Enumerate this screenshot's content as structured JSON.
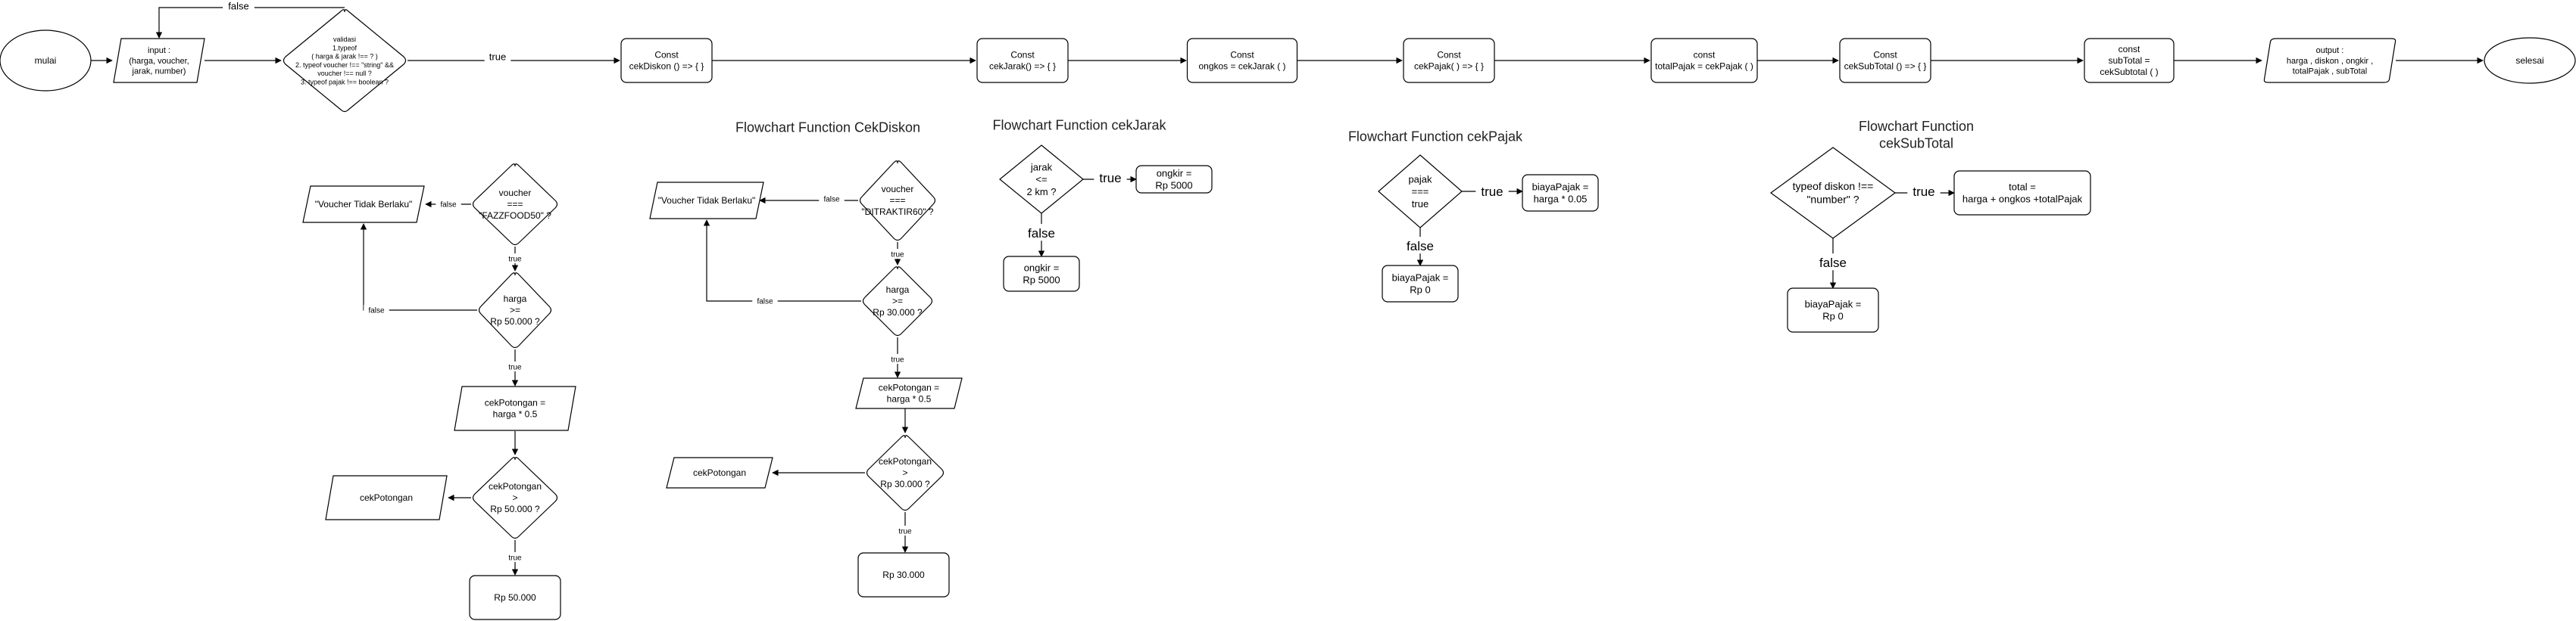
{
  "main_flow": {
    "start": "mulai",
    "input": [
      "input :",
      "(harga, voucher,",
      "jarak, number)"
    ],
    "validation": [
      "validasi",
      "1.typeof",
      "( harga & jarak !== ? )",
      "2. typeof voucher !== \"string\" &&",
      "voucher !== null  ?",
      "3. typeof pajak !== boolean ?"
    ],
    "loop_false_label": "false",
    "true_label": "true",
    "step_diskon": [
      "Const",
      "cekDiskon () => { }"
    ],
    "step_jarak": [
      "Const",
      "cekJarak() => { }"
    ],
    "step_ongkos": [
      "Const",
      "ongkos =  cekJarak ( )"
    ],
    "step_pajak": [
      "Const",
      "cekPajak( ) => { }"
    ],
    "step_total_pajak": [
      "const",
      "totalPajak = cekPajak ( )"
    ],
    "step_subtotal_fn": [
      "Const",
      "cekSubTotal () => { }"
    ],
    "step_subtotal": [
      "const",
      "subTotal =",
      "cekSubtotal ( )"
    ],
    "output": [
      "output :",
      "harga , diskon , ongkir ,",
      "totalPajak , subTotal"
    ],
    "end": "selesai"
  },
  "cek_diskon_1": {
    "voucher_check": [
      "voucher",
      "===",
      "\"FAZZFOOD50\" ?"
    ],
    "invalid": "\"Voucher Tidak Berlaku\"",
    "harga_check": [
      "harga",
      ">=",
      "Rp 50.000 ?"
    ],
    "potongan_calc": [
      "cekPotongan =",
      "harga * 0.5"
    ],
    "potongan_check": [
      "cekPotongan",
      ">",
      "Rp 50.000 ?"
    ],
    "potongan_out": "cekPotongan",
    "max_out": "Rp 50.000",
    "true_label": "true",
    "false_label": "false"
  },
  "cek_diskon_2": {
    "title": "Flowchart Function CekDiskon",
    "voucher_check": [
      "voucher",
      "===",
      "\"DITRAKTIR60\" ?"
    ],
    "invalid": "\"Voucher Tidak Berlaku\"",
    "harga_check": [
      "harga",
      ">=",
      "Rp 30.000 ?"
    ],
    "potongan_calc": [
      "cekPotongan =",
      "harga * 0.5"
    ],
    "potongan_check": [
      "cekPotongan",
      ">",
      "Rp 30.000 ?"
    ],
    "potongan_out": "cekPotongan",
    "max_out": "Rp 30.000",
    "true_label": "true",
    "false_label": "false"
  },
  "cek_jarak": {
    "title": "Flowchart Function cekJarak",
    "check": [
      "jarak",
      "<=",
      "2 km ?"
    ],
    "true_out": [
      "ongkir =",
      "Rp 5000"
    ],
    "false_out": [
      "ongkir =",
      "Rp 5000"
    ],
    "true_label": "true",
    "false_label": "false"
  },
  "cek_pajak": {
    "title": "Flowchart Function cekPajak",
    "check": [
      "pajak",
      "===",
      "true"
    ],
    "true_out": [
      "biayaPajak =",
      "harga * 0.05"
    ],
    "false_out": [
      "biayaPajak  =",
      "Rp 0"
    ],
    "true_label": "true",
    "false_label": "false"
  },
  "cek_subtotal": {
    "title": [
      "Flowchart Function",
      "cekSubTotal"
    ],
    "check": [
      "typeof diskon !==",
      "\"number\" ?"
    ],
    "true_out": [
      "total =",
      "harga + ongkos +totalPajak"
    ],
    "false_out": [
      "biayaPajak  =",
      "Rp 0"
    ],
    "true_label": "true",
    "false_label": "false"
  }
}
